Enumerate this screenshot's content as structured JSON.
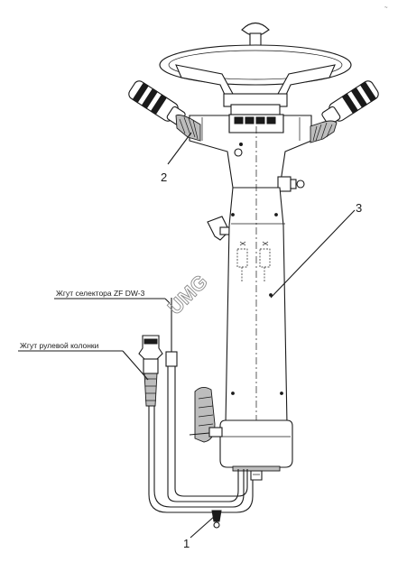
{
  "labels": {
    "callout_1": "1",
    "callout_2": "2",
    "callout_3": "3",
    "harness_selector": "Жгут селектора ZF DW-3",
    "harness_column": "Жгут рулевой колонки"
  },
  "watermark": "UMG",
  "corner_mark": "~"
}
